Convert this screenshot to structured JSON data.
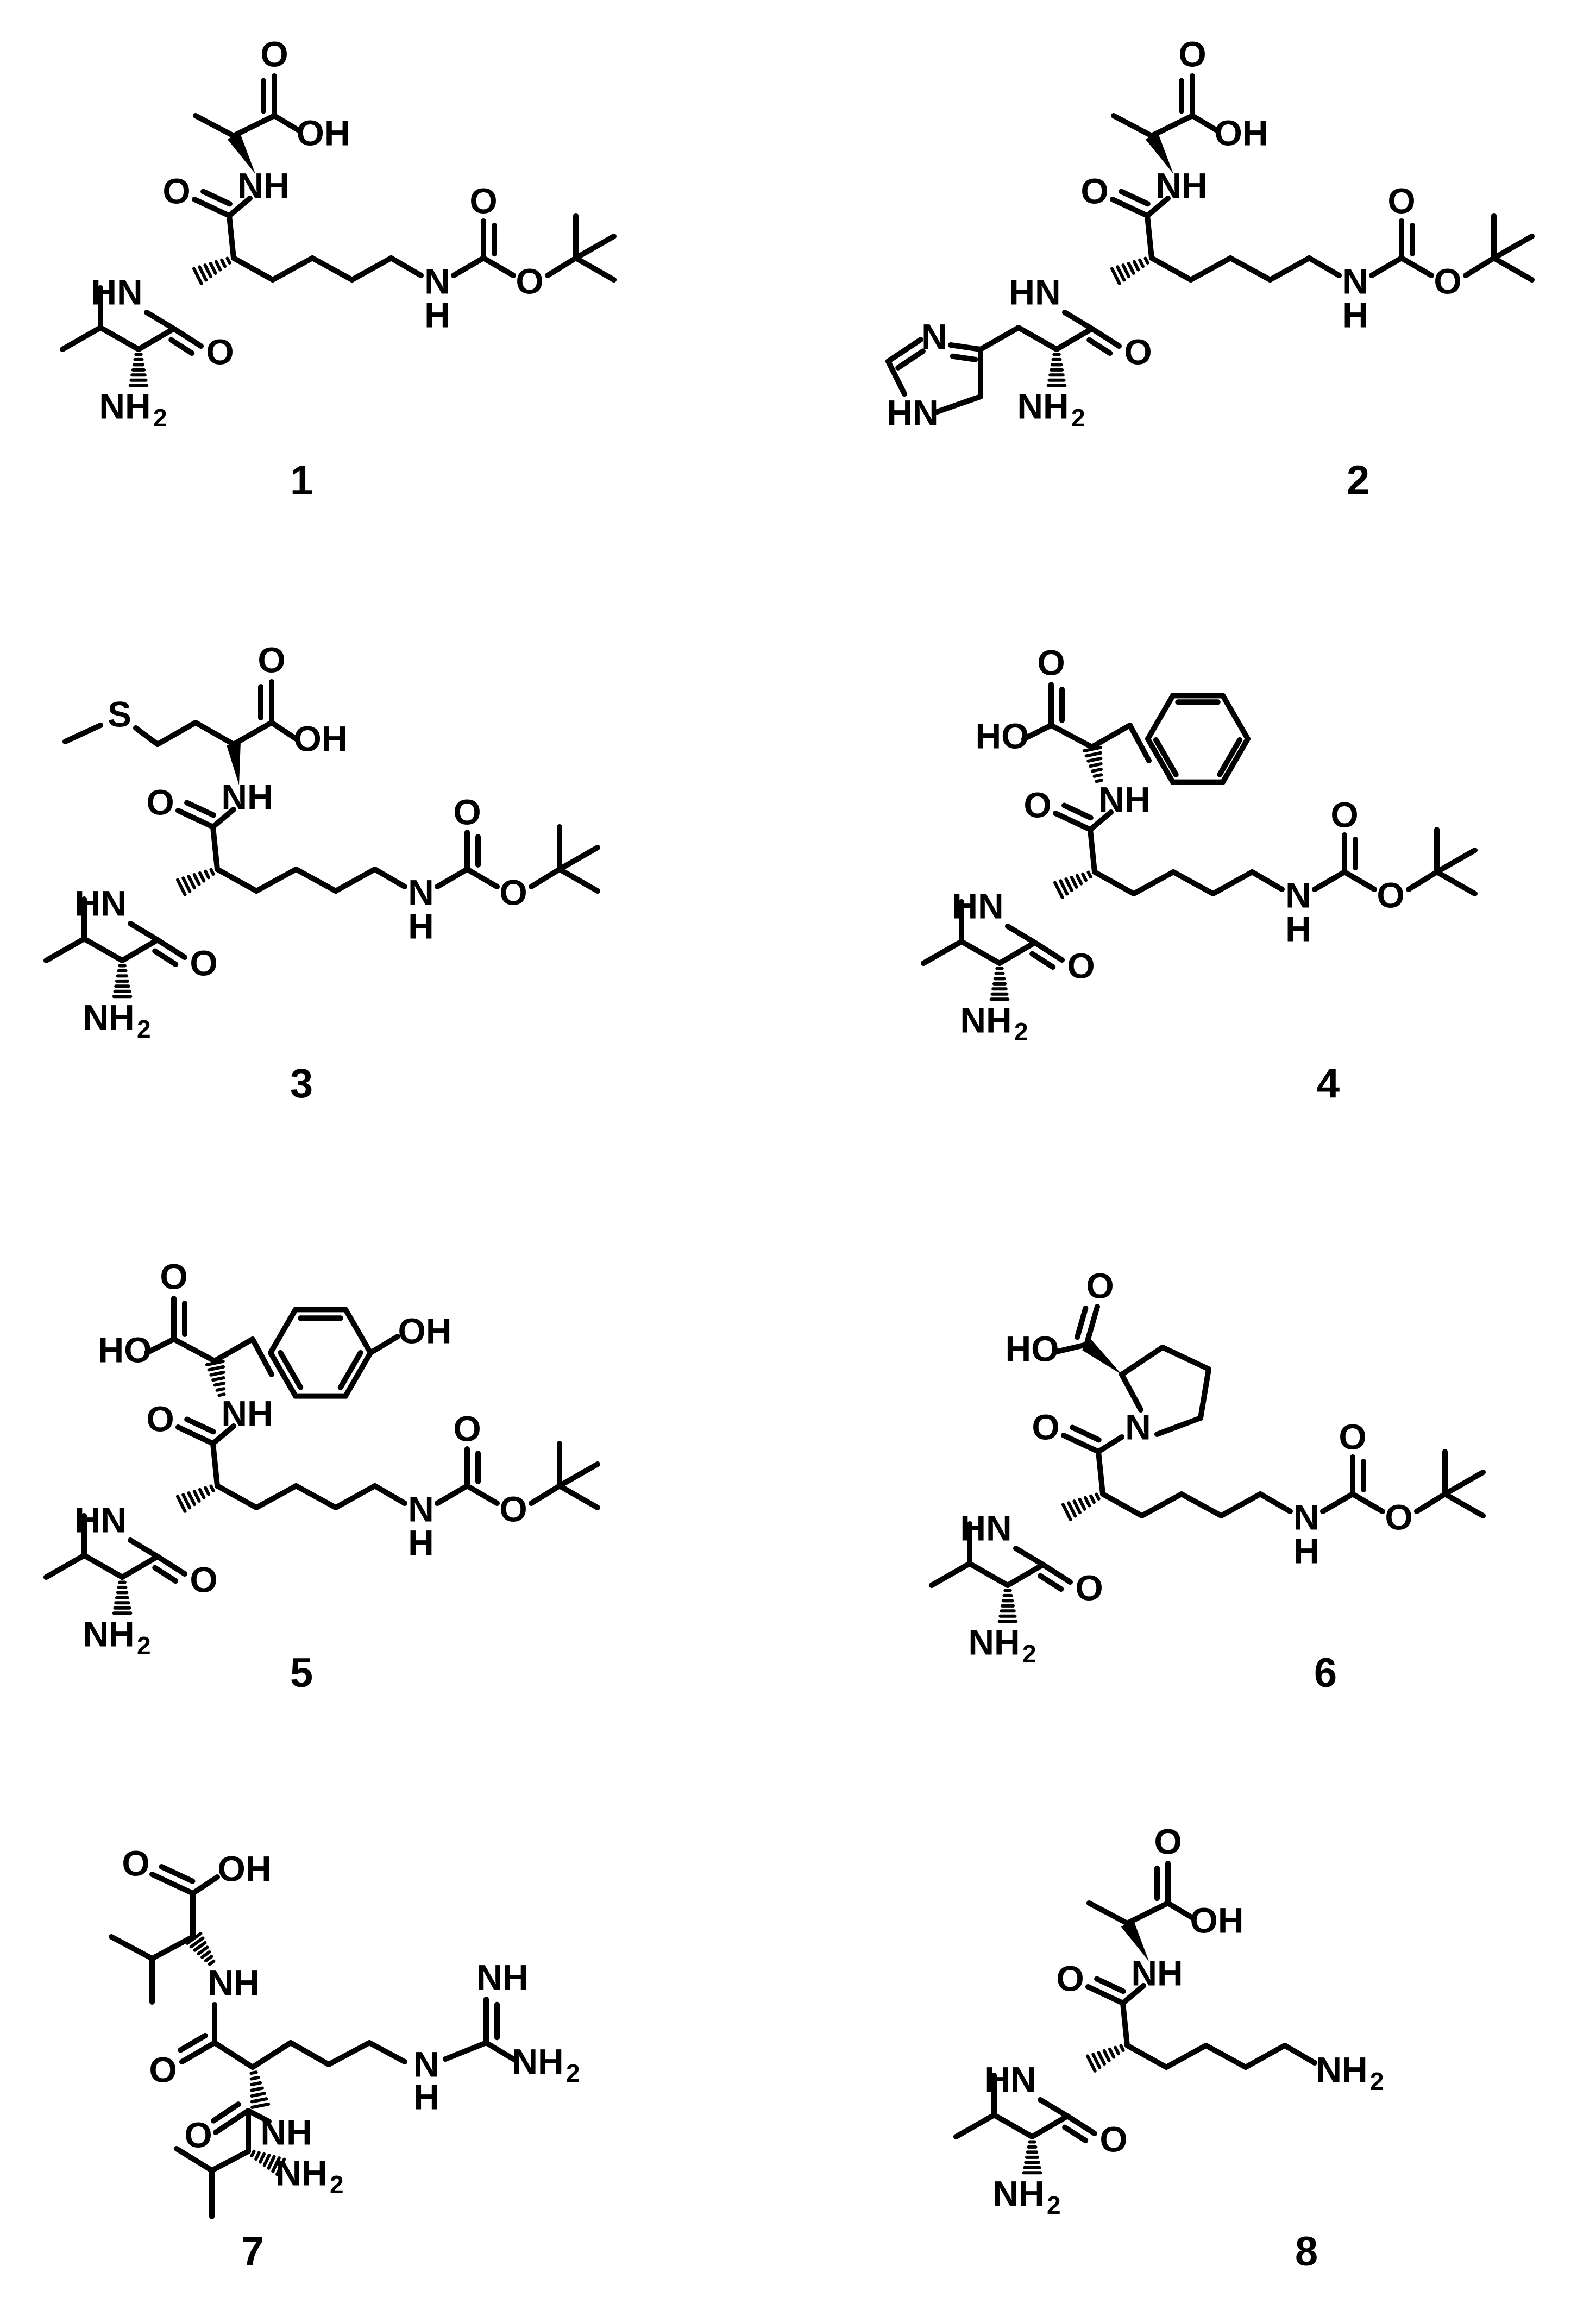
{
  "compound_numbers": [
    "1",
    "2",
    "3",
    "4",
    "5",
    "6",
    "7",
    "8"
  ],
  "atom_labels": {
    "O": "O",
    "OH": "OH",
    "HO": "HO",
    "NH": "NH",
    "HN": "HN",
    "N": "N",
    "H": "H",
    "NH_main": "NH",
    "sub2": "2",
    "S": "S"
  }
}
